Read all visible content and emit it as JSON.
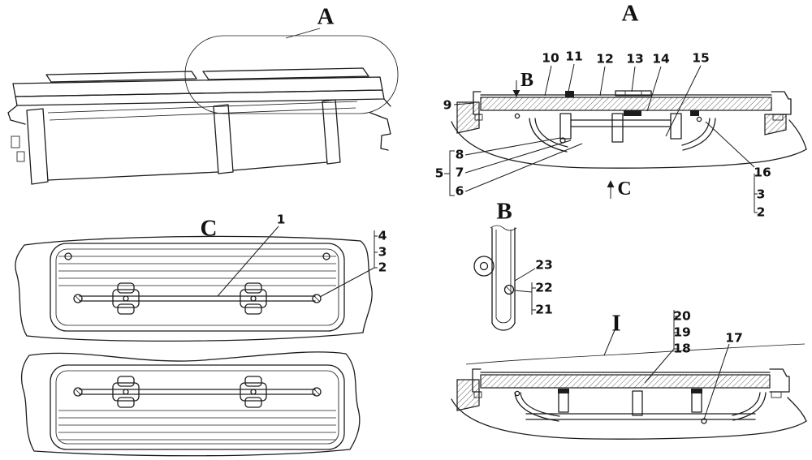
{
  "figure": {
    "background": "#ffffff",
    "line_color": "#1c1c1c"
  },
  "views": {
    "isometric": {
      "label": "A"
    },
    "section_a": {
      "label": "A",
      "direction_b": "B",
      "direction_c": "C",
      "callout_9": "9",
      "callouts_top": [
        "10",
        "11",
        "12",
        "13",
        "14",
        "15"
      ],
      "group_left": {
        "bracket_label": "5",
        "items": [
          "8",
          "7",
          "6"
        ]
      },
      "group_right": [
        "16",
        "3",
        "2"
      ]
    },
    "plan_c": {
      "label": "C",
      "callout_1": "1",
      "group_right": [
        "4",
        "3",
        "2"
      ]
    },
    "detail_b": {
      "label": "B",
      "callout_23": "23",
      "group": [
        "22",
        "21"
      ]
    },
    "detail_i": {
      "label": "I",
      "group": [
        "20",
        "19",
        "18"
      ],
      "callout_17": "17"
    }
  }
}
